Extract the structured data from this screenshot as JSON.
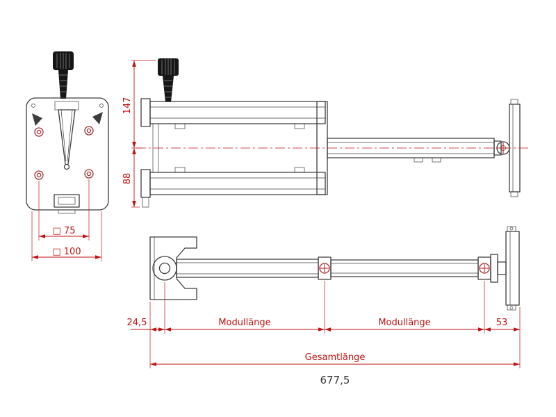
{
  "drawing": {
    "colors": {
      "background": "#ffffff",
      "outline": "#3c3c3c",
      "dimension_red": "#c11212",
      "screw_red": "#a03030",
      "knob_black": "#161616",
      "value_text": "#3c3c3c"
    },
    "front_view": {
      "dim_vesa_75": "□ 75",
      "dim_vesa_100": "□ 100"
    },
    "top_view": {
      "dim_height_upper": "147",
      "dim_height_lower": "88"
    },
    "side_view": {
      "dim_left_offset": "24,5",
      "dim_module_1": "Modullänge",
      "dim_module_2": "Modullänge",
      "dim_right_offset": "53",
      "dim_total_label": "Gesamtlänge",
      "dim_total_value": "677,5"
    }
  }
}
